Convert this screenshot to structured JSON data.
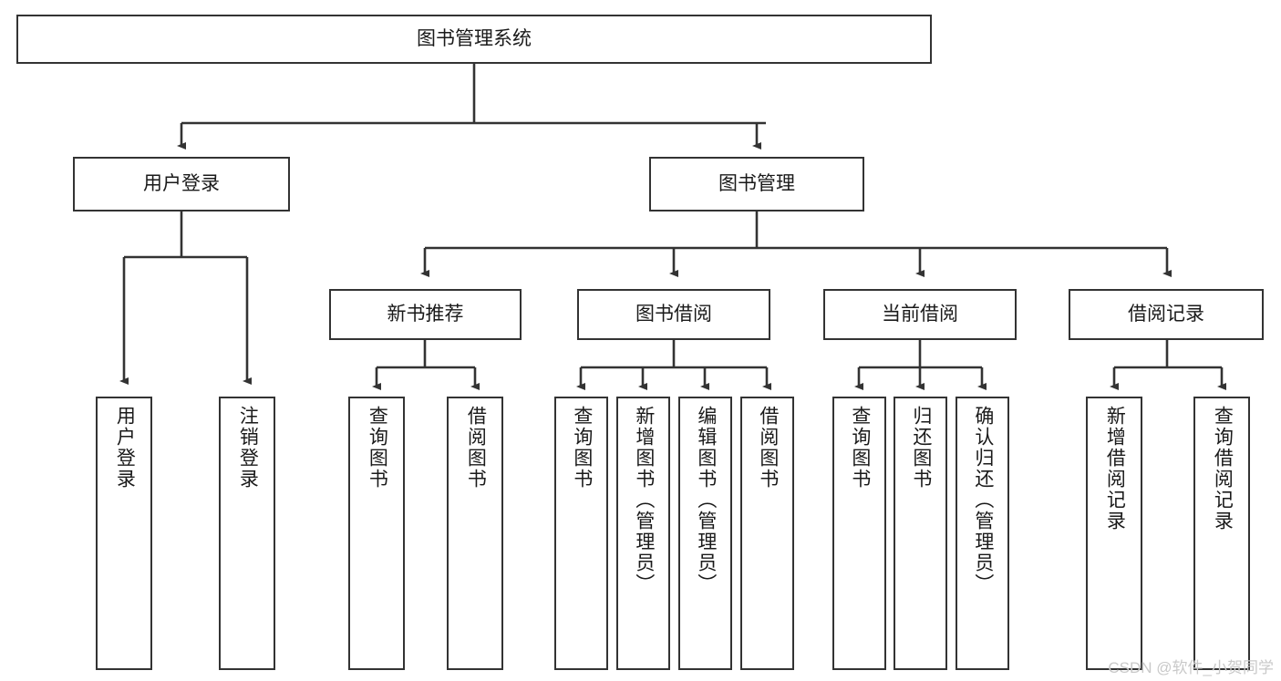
{
  "diagram": {
    "type": "hierarchy-tree",
    "title": "图书管理系统",
    "root": {
      "id": "root",
      "label": "图书管理系统",
      "orientation": "horizontal"
    },
    "level1": [
      {
        "id": "user-login",
        "label": "用户登录",
        "orientation": "horizontal"
      },
      {
        "id": "book-management",
        "label": "图书管理",
        "orientation": "horizontal"
      }
    ],
    "level2": [
      {
        "id": "new-book-recommend",
        "label": "新书推荐",
        "parent": "book-management",
        "orientation": "horizontal"
      },
      {
        "id": "book-borrow",
        "label": "图书借阅",
        "parent": "book-management",
        "orientation": "horizontal"
      },
      {
        "id": "current-borrow",
        "label": "当前借阅",
        "parent": "book-management",
        "orientation": "horizontal"
      },
      {
        "id": "borrow-record",
        "label": "借阅记录",
        "parent": "book-management",
        "orientation": "horizontal"
      }
    ],
    "leaves": [
      {
        "id": "leaf-user-login",
        "label": "用户登录",
        "parent": "user-login",
        "orientation": "vertical"
      },
      {
        "id": "leaf-logout",
        "label": "注销登录",
        "parent": "user-login",
        "orientation": "vertical"
      },
      {
        "id": "leaf-query-book-1",
        "label": "查询图书",
        "parent": "new-book-recommend",
        "orientation": "vertical"
      },
      {
        "id": "leaf-borrow-book-1",
        "label": "借阅图书",
        "parent": "new-book-recommend",
        "orientation": "vertical"
      },
      {
        "id": "leaf-query-book-2",
        "label": "查询图书",
        "parent": "book-borrow",
        "orientation": "vertical"
      },
      {
        "id": "leaf-add-book",
        "label": "新增图书（管理员）",
        "parent": "book-borrow",
        "orientation": "vertical"
      },
      {
        "id": "leaf-edit-book",
        "label": "编辑图书（管理员）",
        "parent": "book-borrow",
        "orientation": "vertical"
      },
      {
        "id": "leaf-borrow-book-2",
        "label": "借阅图书",
        "parent": "book-borrow",
        "orientation": "vertical"
      },
      {
        "id": "leaf-query-book-3",
        "label": "查询图书",
        "parent": "current-borrow",
        "orientation": "vertical"
      },
      {
        "id": "leaf-return-book",
        "label": "归还图书",
        "parent": "current-borrow",
        "orientation": "vertical"
      },
      {
        "id": "leaf-confirm-return",
        "label": "确认归还（管理员）",
        "parent": "current-borrow",
        "orientation": "vertical"
      },
      {
        "id": "leaf-add-record",
        "label": "新增借阅记录",
        "parent": "borrow-record",
        "orientation": "vertical"
      },
      {
        "id": "leaf-query-record",
        "label": "查询借阅记录",
        "parent": "borrow-record",
        "orientation": "vertical"
      }
    ],
    "colors": {
      "background": "#ffffff",
      "box_border": "#333333",
      "box_fill": "#ffffff",
      "text": "#1a1a1a",
      "edge": "#333333",
      "watermark": "#c9c9c9"
    }
  },
  "watermark": {
    "text": "CSDN @软件_小贺同学"
  }
}
